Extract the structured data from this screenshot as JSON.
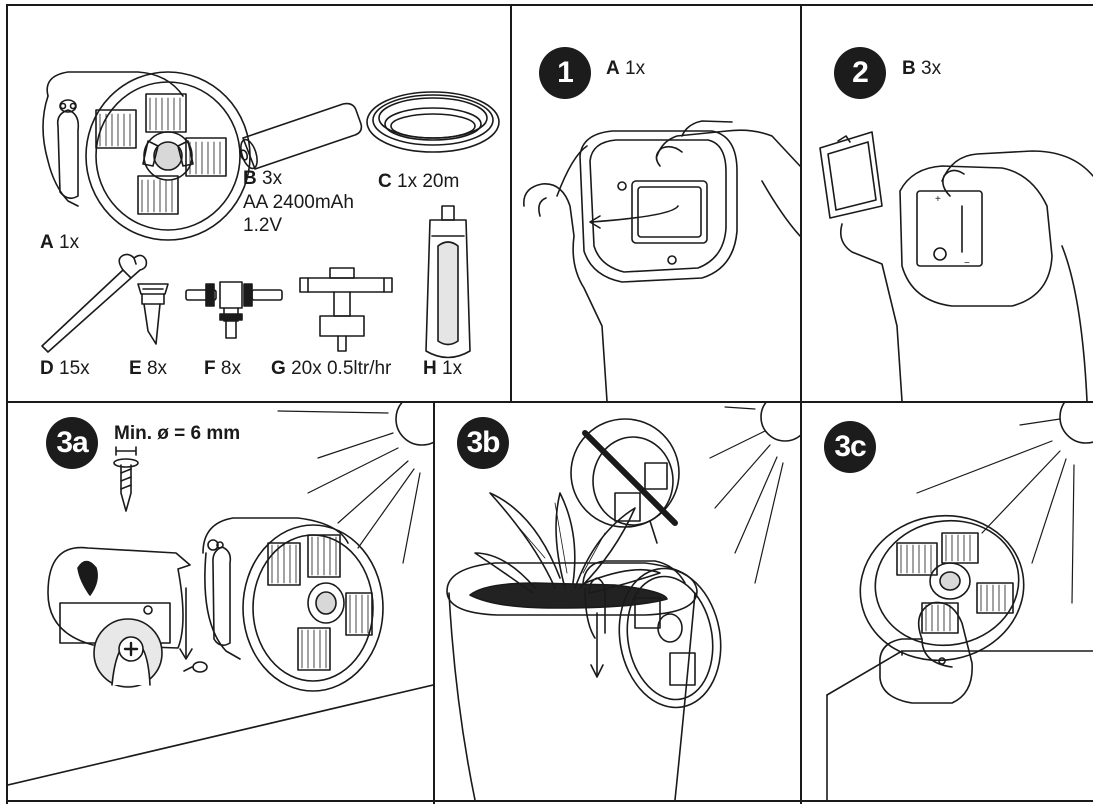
{
  "parts": {
    "A": {
      "letter": "A",
      "qty": "1x"
    },
    "B": {
      "letter": "B",
      "qty": "3x",
      "spec1": "AA 2400mAh",
      "spec2": "1.2V"
    },
    "C": {
      "letter": "C",
      "qty": "1x 20m"
    },
    "D": {
      "letter": "D",
      "qty": "15x"
    },
    "E": {
      "letter": "E",
      "qty": "8x"
    },
    "F": {
      "letter": "F",
      "qty": "8x"
    },
    "G": {
      "letter": "G",
      "qty": "20x 0.5ltr/hr"
    },
    "H": {
      "letter": "H",
      "qty": "1x"
    }
  },
  "battery_marks": {
    "plus": "+",
    "minus": "−"
  },
  "steps": {
    "s1": {
      "badge": "1",
      "letter": "A",
      "qty": "1x"
    },
    "s2": {
      "badge": "2",
      "letter": "B",
      "qty": "3x"
    },
    "s3a": {
      "badge": "3a",
      "note": "Min. ø = 6 mm"
    },
    "s3b": {
      "badge": "3b"
    },
    "s3c": {
      "badge": "3c"
    }
  },
  "colors": {
    "line": "#1a1a1a",
    "badge": "#1c1c1c",
    "soil": "#222222",
    "paper": "#ffffff"
  },
  "icons": [
    "solar-panel-icon",
    "battery-icon",
    "tube-coil-icon",
    "ground-stake-icon",
    "connector-icon",
    "t-piece-icon",
    "dripper-icon",
    "tool-icon",
    "screw-icon",
    "sun-icon",
    "plant-icon",
    "arrow-icon"
  ]
}
